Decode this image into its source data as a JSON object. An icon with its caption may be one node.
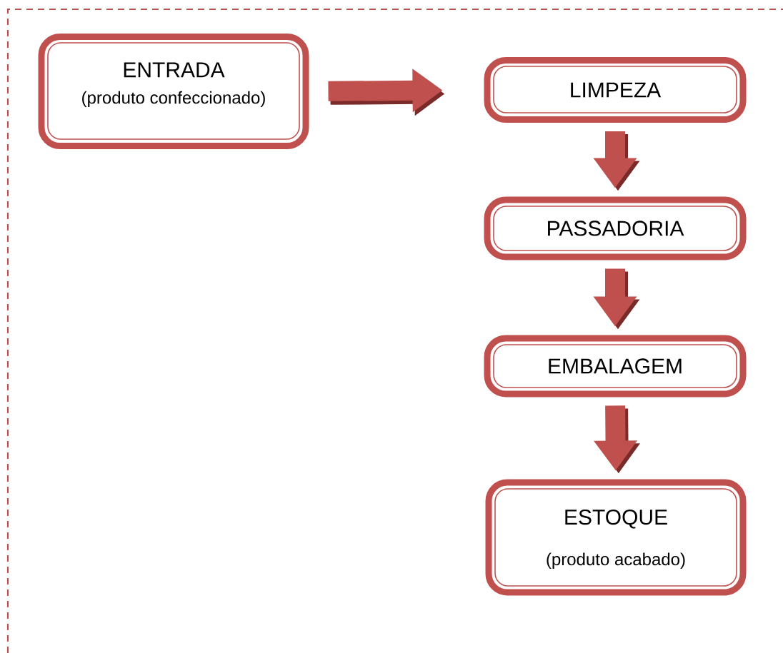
{
  "diagram": {
    "nodes": [
      {
        "text": [
          "ENTRADA",
          "(produto confeccionado)"
        ]
      },
      {
        "text": [
          "LIMPEZA"
        ]
      },
      {
        "text": [
          "PASSADORIA"
        ]
      },
      {
        "text": [
          "EMBALAGEM"
        ]
      },
      {
        "text": [
          "ESTOQUE",
          "(produto acabado)"
        ]
      }
    ],
    "edges": [
      {
        "from": 0,
        "to": 1,
        "arrow": "to"
      },
      {
        "from": 1,
        "to": 2,
        "arrow": "to"
      },
      {
        "from": 2,
        "to": 3,
        "arrow": "to"
      },
      {
        "from": 3,
        "to": 4,
        "arrow": "to"
      }
    ]
  }
}
